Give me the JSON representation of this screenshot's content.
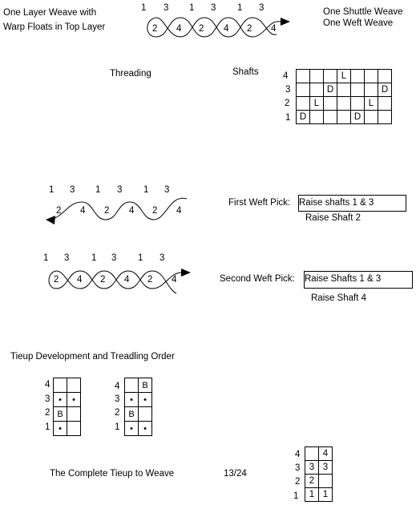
{
  "title_line1": "One Layer Weave with",
  "title_line2": "Warp Floats in Top Layer",
  "top_right_line1": "One Shuttle Weave",
  "top_right_line2": "One Weft Weave",
  "threading_label": "Threading",
  "shafts_label": "Shafts",
  "threading_draft": {
    "rows": [
      "4",
      "3",
      "2",
      "1"
    ],
    "cells": [
      [
        "",
        "",
        "",
        "L",
        "",
        "",
        ""
      ],
      [
        "",
        "",
        "D",
        "",
        "",
        "",
        "D"
      ],
      [
        "",
        "L",
        "",
        "",
        "",
        "L",
        ""
      ],
      [
        "D",
        "",
        "",
        "",
        "D",
        "",
        ""
      ]
    ]
  },
  "weave_top": {
    "odd": [
      "1",
      "3",
      "1",
      "3",
      "1",
      "3"
    ],
    "even": [
      "2",
      "4",
      "2",
      "4",
      "2",
      "4"
    ]
  },
  "weave_pick1": {
    "odd": [
      "1",
      "3",
      "1",
      "3",
      "1",
      "3"
    ],
    "even": [
      "2",
      "4",
      "2",
      "4",
      "2",
      "4"
    ]
  },
  "weave_pick2": {
    "odd": [
      "1",
      "3",
      "1",
      "3",
      "1",
      "3"
    ],
    "even": [
      "2",
      "4",
      "2",
      "4",
      "2",
      "4"
    ]
  },
  "first_pick_label": "First Weft Pick:",
  "first_pick_box": "Raise shafts 1 & 3",
  "first_pick_sub": "Raise Shaft 2",
  "second_pick_label": "Second Weft Pick:",
  "second_pick_box": "Raise Shafts 1 & 3",
  "second_pick_sub": "Raise Shaft 4",
  "tieup_title": "Tieup Development and Treadling Order",
  "tieup_a": {
    "rows": [
      "4",
      "3",
      "2",
      "1"
    ],
    "cells": [
      [
        "",
        ""
      ],
      [
        "•",
        "•"
      ],
      [
        "B",
        ""
      ],
      [
        "•",
        ""
      ]
    ]
  },
  "tieup_b": {
    "rows": [
      "4",
      "3",
      "2",
      "1"
    ],
    "cells": [
      [
        "",
        "B"
      ],
      [
        "•",
        "•"
      ],
      [
        "B",
        ""
      ],
      [
        "•",
        "•"
      ]
    ]
  },
  "complete_label": "The Complete Tieup to Weave",
  "page_number": "13/24",
  "tieup_complete": {
    "rows": [
      "4",
      "3",
      "2",
      "1"
    ],
    "cells": [
      [
        "",
        "4"
      ],
      [
        "3",
        "3"
      ],
      [
        "2",
        ""
      ],
      [
        "1",
        "1"
      ]
    ]
  }
}
